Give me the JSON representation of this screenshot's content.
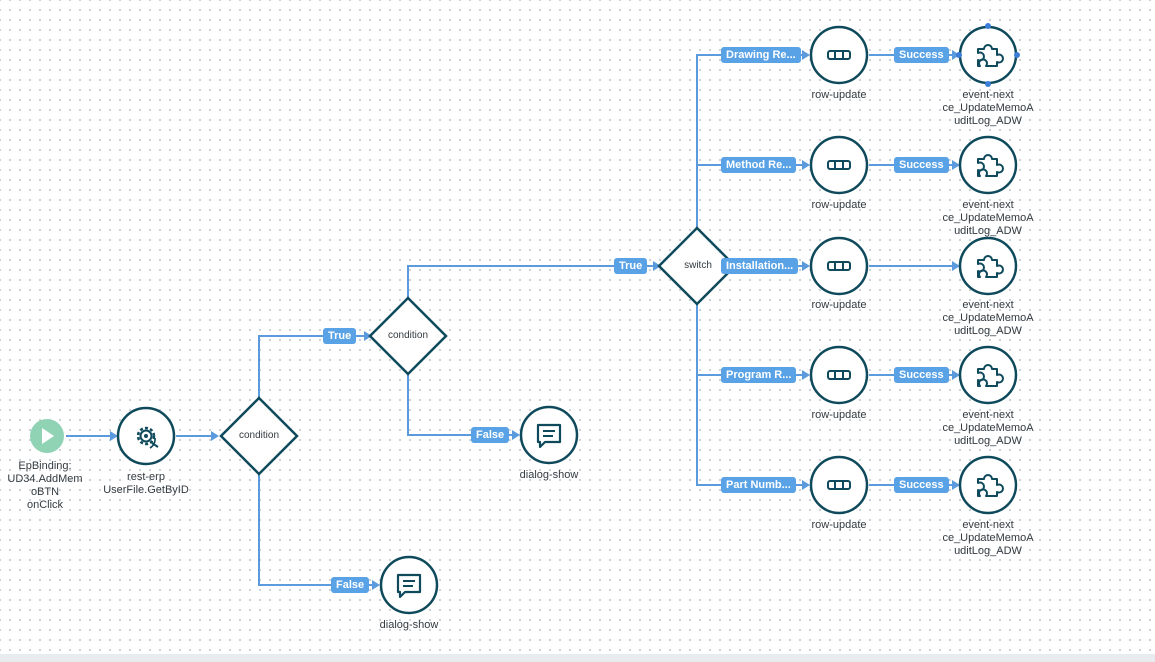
{
  "nodes": {
    "start": {
      "label_line1": "EpBinding:",
      "label_line2": "UD34.AddMem",
      "label_line3": "oBTN",
      "label_line4": "onClick"
    },
    "rest_erp": {
      "label_line1": "rest-erp",
      "label_line2": "UserFile.GetByID"
    },
    "condition1": {
      "label": "condition"
    },
    "condition2": {
      "label": "condition"
    },
    "switch": {
      "label": "switch"
    },
    "dialog_show_1": {
      "label": "dialog-show"
    },
    "dialog_show_2": {
      "label": "dialog-show"
    },
    "row_updates": [
      {
        "label": "row-update"
      },
      {
        "label": "row-update"
      },
      {
        "label": "row-update"
      },
      {
        "label": "row-update"
      },
      {
        "label": "row-update"
      }
    ],
    "event_nexts": [
      {
        "line1": "event-next",
        "line2": "ce_UpdateMemoA",
        "line3": "uditLog_ADW"
      },
      {
        "line1": "event-next",
        "line2": "ce_UpdateMemoA",
        "line3": "uditLog_ADW"
      },
      {
        "line1": "event-next",
        "line2": "ce_UpdateMemoA",
        "line3": "uditLog_ADW"
      },
      {
        "line1": "event-next",
        "line2": "ce_UpdateMemoA",
        "line3": "uditLog_ADW"
      },
      {
        "line1": "event-next",
        "line2": "ce_UpdateMemoA",
        "line3": "uditLog_ADW"
      }
    ]
  },
  "edge_labels": {
    "cond1_true": "True",
    "cond1_false": "False",
    "cond2_true": "True",
    "cond2_false": "False",
    "switch_cases": [
      "Drawing Re...",
      "Method Re...",
      "Installation...",
      "Program R...",
      "Part Numb..."
    ],
    "success": [
      "Success",
      "Success",
      "Success",
      "Success"
    ]
  },
  "colors": {
    "edge": "#5b9bdd",
    "label_bg": "#5aa2e6",
    "node_stroke": "#0f4a5c",
    "start_fill": "#8fd3b4"
  },
  "icons": {
    "start": "play-icon",
    "rest_erp": "gear-sync-icon",
    "dialog": "chat-message-icon",
    "row_update": "row-blocks-icon",
    "event_next": "puzzle-piece-icon"
  }
}
